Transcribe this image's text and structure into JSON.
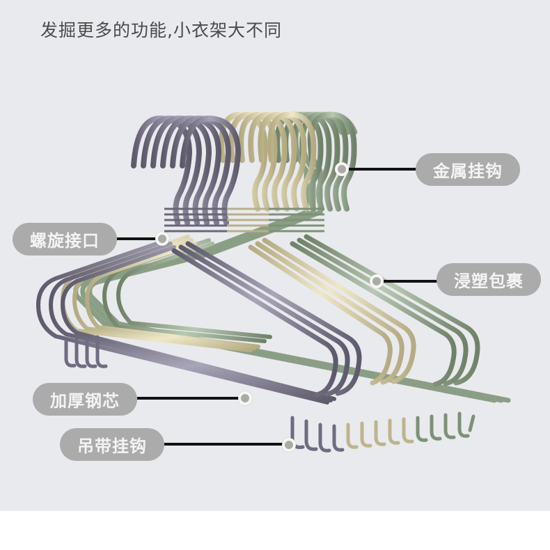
{
  "headline": "发掘更多的功能,小衣架大不同",
  "colors": {
    "background": "#e9eaee",
    "pill": "#ababab",
    "pill_text": "#f4f4f4",
    "leader": "#111111",
    "hanger_purple": "#7e7a8e",
    "hanger_beige": "#d8d0aa",
    "hanger_green": "#95a890"
  },
  "callouts": [
    {
      "label": "金属挂钩"
    },
    {
      "label": "螺旋接口"
    },
    {
      "label": "浸塑包裹"
    },
    {
      "label": "加厚钢芯"
    },
    {
      "label": "吊带挂钩"
    }
  ],
  "product": {
    "name": "coated metal clothes hangers",
    "color_groups": [
      "purple-gray",
      "beige",
      "sage-green"
    ]
  }
}
